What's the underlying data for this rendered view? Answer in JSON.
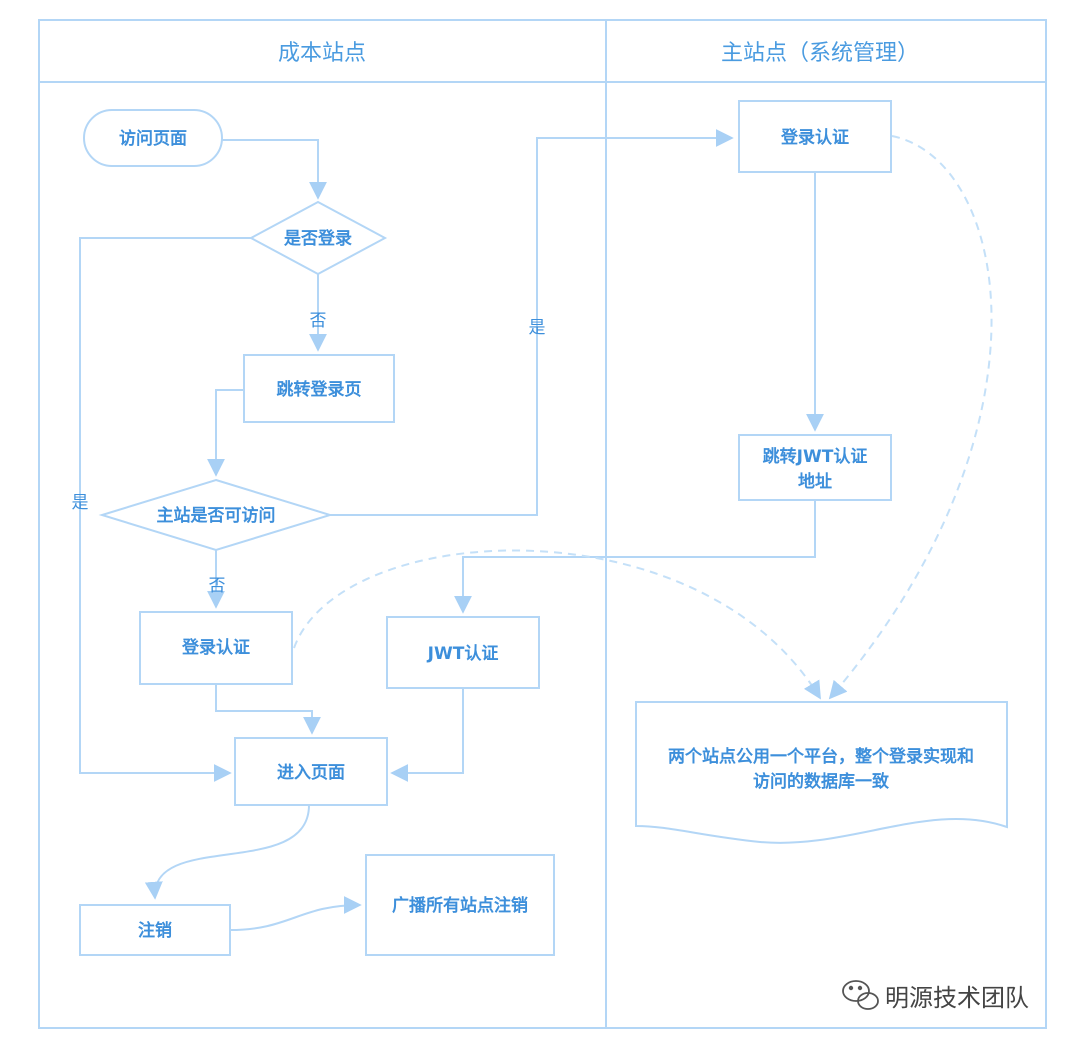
{
  "lanes": {
    "left": "成本站点",
    "right": "主站点（系统管理）"
  },
  "nodes": {
    "visit_page": "访问页面",
    "is_logged_in": "是否登录",
    "goto_login_page": "跳转登录页",
    "main_site_accessible": "主站是否可访问",
    "local_login_auth": "登录认证",
    "jwt_auth": "JWT认证",
    "enter_page": "进入页面",
    "logout": "注销",
    "broadcast_logout": "广播所有站点注销",
    "main_login_auth": "登录认证",
    "redirect_jwt_line1": "跳转JWT认证",
    "redirect_jwt_line2": "地址",
    "note_line1": "两个站点公用一个平台，整个登录实现和",
    "note_line2": "访问的数据库一致"
  },
  "edge_labels": {
    "no_1": "否",
    "no_2": "否",
    "yes_left": "是",
    "yes_right": "是"
  },
  "watermark": {
    "text": "明源技术团队",
    "icon": "wechat-icon"
  },
  "colors": {
    "line": "#b3d6f6",
    "text": "#3d8fdb"
  }
}
